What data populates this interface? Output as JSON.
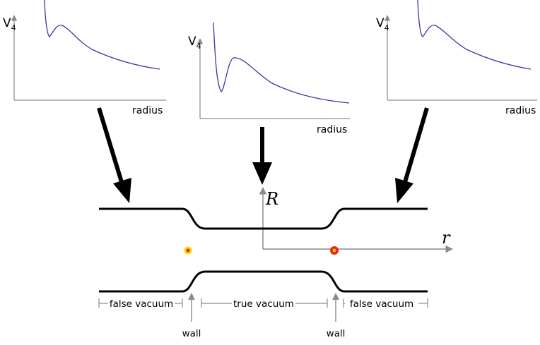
{
  "potential_plots": [
    {
      "ylabel_main": "V",
      "ylabel_sub": "4",
      "xlabel": "radius",
      "curve_color": "#3a37a8"
    },
    {
      "ylabel_main": "V",
      "ylabel_sub": "4",
      "xlabel": "radius",
      "curve_color": "#3a37a8"
    },
    {
      "ylabel_main": "V",
      "ylabel_sub": "4",
      "xlabel": "radius",
      "curve_color": "#3a37a8"
    }
  ],
  "axes": {
    "vertical_label": "R",
    "horizontal_label": "r"
  },
  "regions": {
    "left": "false vacuum",
    "middle": "true vacuum",
    "right": "false vacuum"
  },
  "walls": {
    "left": "wall",
    "right": "wall"
  },
  "colors": {
    "axis": "#8a8a8a",
    "bubble_profile": "#000000",
    "dot_fill": "#e8231f",
    "dot_ring": "#ffd700"
  }
}
